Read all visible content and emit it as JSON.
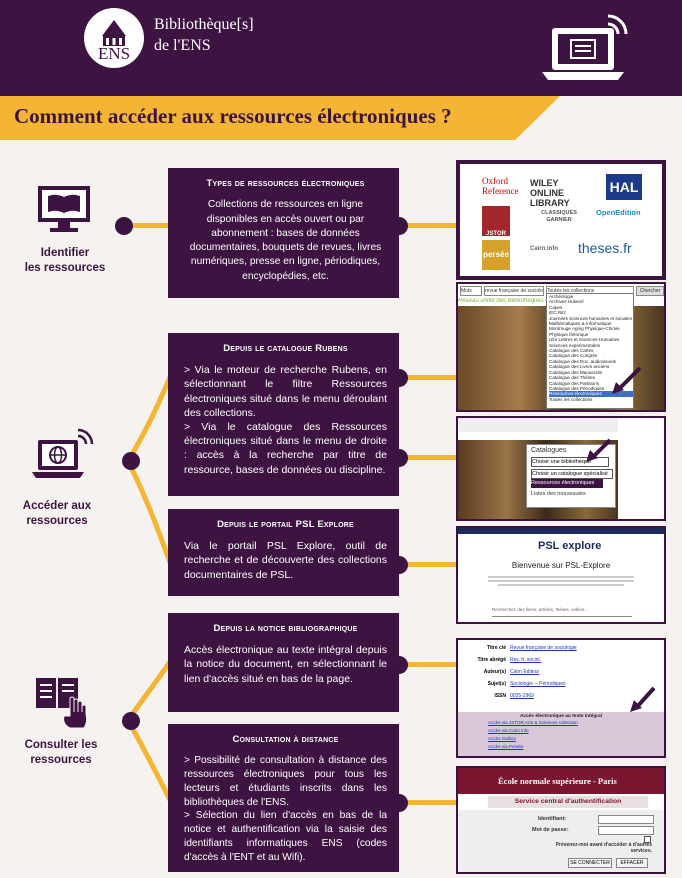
{
  "header": {
    "logo_text": "ENS",
    "title_line1": "Bibliothèque[s]",
    "title_line2": "de l'ENS"
  },
  "page_title": "Comment accéder aux ressources électroniques ?",
  "stages": [
    {
      "label_line1": "Identifier",
      "label_line2": "les ressources",
      "icon": "book-screen-icon"
    },
    {
      "label_line1": "Accéder aux",
      "label_line2": "ressources",
      "icon": "laptop-globe-icon"
    },
    {
      "label_line1": "Consulter les",
      "label_line2": "ressources",
      "icon": "document-hand-icon"
    }
  ],
  "boxes": {
    "types": {
      "title": "Types de ressources électroniques",
      "text": "Collections de ressources en ligne disponibles en accès ouvert ou par abonnement : bases de données documentaires, bouquets de revues, livres numériques, presse en ligne, périodiques, encyclopédies, etc."
    },
    "rubens": {
      "title": "Depuis le catalogue Rubens",
      "text1": "> Via le moteur de recherche Rubens, en sélectionnant le filtre Ressources électroniques situé dans le menu déroulant des collections.",
      "text2": "> Via le catalogue des Ressources électroniques situé dans le menu de droite : accès à la recherche par titre de ressource, bases de données ou discipline."
    },
    "psl": {
      "title": "Depuis le portail PSL Explore",
      "text": "Via le portail PSL Explore, outil de recherche et de découverte des collections documentaires de PSL."
    },
    "notice": {
      "title": "Depuis la notice bibliographique",
      "text": "Accès électronique au texte intégral depuis la notice du document, en sélectionnant le lien d'accès situé en bas de la page."
    },
    "distance": {
      "title": "Consultation à distance",
      "text1": "> Possibilité de consultation à distance des ressources électroniques pour tous les lecteurs et étudiants inscrits dans les bibliothèques de l'ENS.",
      "text2": "> Sélection du lien d'accès en bas de la notice et authentification via la saisie des identifiants informatiques ENS (codes d'accès à l'ENT et au Wifi)."
    }
  },
  "screenshots": {
    "logos": [
      "Oxford Reference",
      "WILEY ONLINE LIBRARY",
      "HAL",
      "JSTOR",
      "CLASSIQUES GARNIER",
      "OpenEdition",
      "persée",
      "Cairn.info",
      "theses.fr"
    ],
    "rubens1": {
      "select_value": "Mots",
      "search_value": "revue française de sociologie",
      "collections_value": "Toutes les collections",
      "button": "Chercher",
      "banner": "Réseau unifié des Bibliothèques de l'École Normale Supérieure",
      "dropdown": [
        "Archéologie",
        "Archives Husserl",
        "Capes",
        "IEC Ritz",
        "Journées Sciences humaines et sociales",
        "Mathématiques & Informatique",
        "Montrouge Aging Physique-Chimie",
        "Physique théorique",
        "Ulm Lettres et Sciences Humaines",
        "Sciences expérimentales",
        "Catalogue des Cartes",
        "Catalogue des Congrès",
        "Catalogue des Doc. audiovisuels",
        "Catalogue des Livres anciens",
        "Catalogue des Manuscrits",
        "Catalogue des Thèses",
        "Catalogue des Partitions",
        "Catalogue des Périodiques",
        "Ressources électroniques",
        "Toutes les collections"
      ]
    },
    "rubens2": {
      "catalogues_label": "Catalogues",
      "select1": "Choisir une bibliothèque",
      "select2": "Choisir un catalogue spécialisé",
      "highlight": "Ressources électroniques",
      "item": "Listes des nouveautés"
    },
    "psl": {
      "welcome": "Bienvenue sur PSL-Explore",
      "logo": "PSL explore",
      "search_placeholder": "Recherchez des livres, articles, thèses, vidéos…"
    },
    "notice": {
      "rows": [
        [
          "Titre clé",
          "Revue française de sociologie"
        ],
        [
          "Titre abrégé",
          "Rev. fr. sociol."
        ],
        [
          "Auteur(s)",
          "Cairn Éditeur"
        ],
        [
          "Sujet(s)",
          "Sociologie -- Périodiques"
        ],
        [
          "ISSN",
          "0035-2969"
        ]
      ],
      "access_header": "Accès électronique au texte intégral",
      "links": [
        "Accès via JSTOR Arts & Sciences collection",
        "Accès via Cairn info",
        "Accès Gallica",
        "Accès via Persée"
      ]
    },
    "auth": {
      "title": "École normale supérieure - Paris",
      "subtitle": "Service central d'authentification",
      "id_label": "Identifiant:",
      "pwd_label": "Mot de passe:",
      "warn_label": "Prévenez-moi avant d'accéder à d'autres services.",
      "connect": "SE CONNECTER",
      "clear": "EFFACER"
    }
  }
}
